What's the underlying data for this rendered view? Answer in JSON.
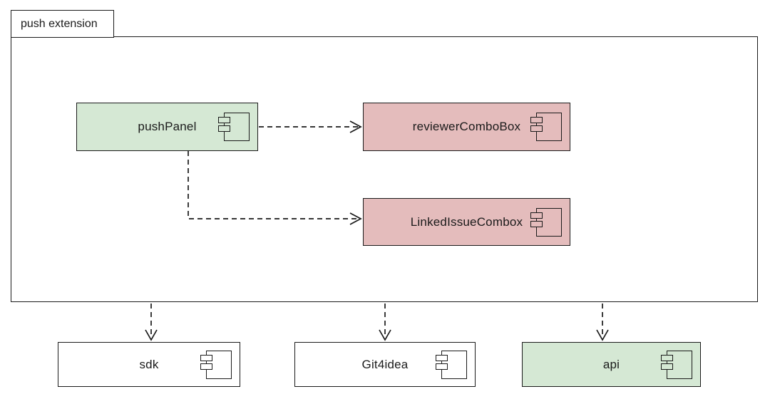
{
  "diagram": {
    "package": {
      "label": "push extension"
    },
    "components": {
      "pushPanel": {
        "label": "pushPanel",
        "fill": "#d5e8d4"
      },
      "reviewerComboBox": {
        "label": "reviewerComboBox",
        "fill": "#e4bcbc"
      },
      "linkedIssueCombox": {
        "label": "LinkedIssueCombox",
        "fill": "#e4bcbc"
      },
      "sdk": {
        "label": "sdk",
        "fill": "#ffffff"
      },
      "git4idea": {
        "label": "Git4idea",
        "fill": "#ffffff"
      },
      "api": {
        "label": "api",
        "fill": "#d5e8d4"
      }
    },
    "edges": [
      {
        "from": "pushPanel",
        "to": "reviewerComboBox",
        "style": "dashed, open arrowhead"
      },
      {
        "from": "pushPanel",
        "to": "LinkedIssueCombox",
        "style": "dashed, open arrowhead"
      },
      {
        "from": "push extension",
        "to": "sdk",
        "style": "dashed, open arrowhead"
      },
      {
        "from": "push extension",
        "to": "Git4idea",
        "style": "dashed, open arrowhead"
      },
      {
        "from": "push extension",
        "to": "api",
        "style": "dashed, open arrowhead"
      }
    ],
    "colors": {
      "stroke": "#1a1a1a",
      "green_fill": "#d5e8d4",
      "pink_fill": "#e4bcbc",
      "white_fill": "#ffffff",
      "background": "#ffffff"
    }
  }
}
